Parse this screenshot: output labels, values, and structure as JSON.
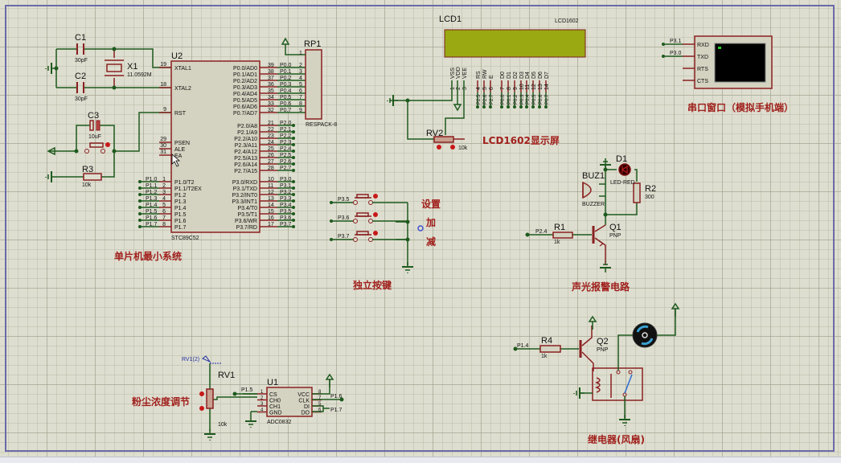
{
  "app": {
    "title": "Proteus schematic capture"
  },
  "labels": {
    "mcu_section": "单片机最小系统",
    "lcd_section": "LCD1602显示屏",
    "serial_section": "串口窗口（模拟手机端）",
    "keys_section": "独立按键",
    "key_set": "设置",
    "key_add": "加",
    "key_sub": "减",
    "alarm_section": "声光报警电路",
    "dust_section": "粉尘浓度调节",
    "relay_section": "继电器(风扇)"
  },
  "crystal": {
    "c1_ref": "C1",
    "c1_val": "30pF",
    "c2_ref": "C2",
    "c2_val": "30pF",
    "x1_ref": "X1",
    "x1_val": "11.0592M",
    "c3_ref": "C3",
    "c3_val": "10uF",
    "r3_ref": "R3",
    "r3_val": "10k"
  },
  "mcu": {
    "ref": "U2",
    "part": "STC89C52",
    "left_pins": [
      {
        "num": "19",
        "name": "XTAL1"
      },
      {
        "num": "18",
        "name": "XTAL2"
      },
      {
        "num": "9",
        "name": "RST"
      },
      {
        "num": "29",
        "name": "PSEN"
      },
      {
        "num": "30",
        "name": "ALE"
      },
      {
        "num": "31",
        "name": "EA"
      }
    ],
    "p1_pins": [
      {
        "num": "1",
        "name": "P1.0/T2",
        "net": "P1.0"
      },
      {
        "num": "2",
        "name": "P1.1/T2EX",
        "net": "P1.1"
      },
      {
        "num": "3",
        "name": "P1.2",
        "net": "P1.2"
      },
      {
        "num": "4",
        "name": "P1.3",
        "net": "P1.3"
      },
      {
        "num": "5",
        "name": "P1.4",
        "net": "P1.4"
      },
      {
        "num": "6",
        "name": "P1.5",
        "net": "P1.5"
      },
      {
        "num": "7",
        "name": "P1.6",
        "net": "P1.6"
      },
      {
        "num": "8",
        "name": "P1.7",
        "net": "P1.7"
      }
    ],
    "p0_pins": [
      {
        "num": "39",
        "name": "P0.0/AD0",
        "net": "P0.0"
      },
      {
        "num": "38",
        "name": "P0.1/AD1",
        "net": "P0.1"
      },
      {
        "num": "37",
        "name": "P0.2/AD2",
        "net": "P0.2"
      },
      {
        "num": "36",
        "name": "P0.3/AD3",
        "net": "P0.3"
      },
      {
        "num": "35",
        "name": "P0.4/AD4",
        "net": "P0.4"
      },
      {
        "num": "34",
        "name": "P0.5/AD5",
        "net": "P0.5"
      },
      {
        "num": "33",
        "name": "P0.6/AD6",
        "net": "P0.6"
      },
      {
        "num": "32",
        "name": "P0.7/AD7",
        "net": "P0.7"
      }
    ],
    "p2_pins": [
      {
        "num": "21",
        "name": "P2.0/A8",
        "net": "P2.0"
      },
      {
        "num": "22",
        "name": "P2.1/A9",
        "net": "P2.1"
      },
      {
        "num": "23",
        "name": "P2.2/A10",
        "net": "P2.2"
      },
      {
        "num": "24",
        "name": "P2.3/A11",
        "net": "P2.3"
      },
      {
        "num": "25",
        "name": "P2.4/A12",
        "net": "P2.4"
      },
      {
        "num": "26",
        "name": "P2.5/A13",
        "net": "P2.5"
      },
      {
        "num": "27",
        "name": "P2.6/A14",
        "net": "P2.6"
      },
      {
        "num": "28",
        "name": "P2.7/A15",
        "net": "P2.7"
      }
    ],
    "p3_pins": [
      {
        "num": "10",
        "name": "P3.0/RXD",
        "net": "P3.0"
      },
      {
        "num": "11",
        "name": "P3.1/TXD",
        "net": "P3.1"
      },
      {
        "num": "12",
        "name": "P3.2/INT0",
        "net": "P3.2"
      },
      {
        "num": "13",
        "name": "P3.3/INT1",
        "net": "P3.3"
      },
      {
        "num": "14",
        "name": "P3.4/T0",
        "net": "P3.4"
      },
      {
        "num": "15",
        "name": "P3.5/T1",
        "net": "P3.5"
      },
      {
        "num": "16",
        "name": "P3.6/WR",
        "net": "P3.6"
      },
      {
        "num": "17",
        "name": "P3.7/RD",
        "net": "P3.7"
      }
    ]
  },
  "respack": {
    "ref": "RP1",
    "part": "RESPACK-8",
    "pin_common": "1",
    "pins": [
      "2",
      "3",
      "4",
      "5",
      "6",
      "7",
      "8",
      "9"
    ]
  },
  "lcd": {
    "ref": "LCD1",
    "part": "LCD1602",
    "screen_color": "#9aa812",
    "pins": [
      {
        "name": "VSS",
        "num": "1",
        "net": ""
      },
      {
        "name": "VDD",
        "num": "2",
        "net": ""
      },
      {
        "name": "VEE",
        "num": "3",
        "net": ""
      },
      {
        "name": "RS",
        "num": "4",
        "net": "P2.5"
      },
      {
        "name": "RW",
        "num": "5",
        "net": "P2.6"
      },
      {
        "name": "E",
        "num": "6",
        "net": "P2.7"
      },
      {
        "name": "D0",
        "num": "7",
        "net": "P0.0"
      },
      {
        "name": "D1",
        "num": "8",
        "net": "P0.1"
      },
      {
        "name": "D2",
        "num": "9",
        "net": "P0.2"
      },
      {
        "name": "D3",
        "num": "10",
        "net": "P0.3"
      },
      {
        "name": "D4",
        "num": "11",
        "net": "P0.4"
      },
      {
        "name": "D5",
        "num": "12",
        "net": "P0.5"
      },
      {
        "name": "D6",
        "num": "13",
        "net": "P0.6"
      },
      {
        "name": "D7",
        "num": "14",
        "net": "P0.7"
      }
    ],
    "rv2_ref": "RV2",
    "rv2_val": "10k"
  },
  "serial": {
    "pins": [
      {
        "name": "RXD",
        "net": "P3.1"
      },
      {
        "name": "TXD",
        "net": "P3.0"
      },
      {
        "name": "RTS",
        "net": ""
      },
      {
        "name": "CTS",
        "net": ""
      }
    ]
  },
  "keys": {
    "nets": [
      "P3.5",
      "P3.6",
      "P3.7"
    ]
  },
  "alarm": {
    "d1_ref": "D1",
    "d1_val": "LED-RED",
    "buz_ref": "BUZ1",
    "buz_val": "BUZZER",
    "r2_ref": "R2",
    "r2_val": "300",
    "r1_ref": "R1",
    "r1_val": "1k",
    "r1_net": "P2.4",
    "q1_ref": "Q1",
    "q1_val": "PNP"
  },
  "relay": {
    "r4_ref": "R4",
    "r4_val": "1k",
    "r4_net": "P1.4",
    "q2_ref": "Q2",
    "q2_val": "PNP"
  },
  "adc": {
    "ref": "U1",
    "part": "ADC0832",
    "left_pins": [
      {
        "num": "1",
        "name": "CS"
      },
      {
        "num": "2",
        "name": "CH0"
      },
      {
        "num": "3",
        "name": "CH1"
      },
      {
        "num": "4",
        "name": "GND"
      }
    ],
    "right_pins": [
      {
        "num": "8",
        "name": "VCC"
      },
      {
        "num": "7",
        "name": "CLK"
      },
      {
        "num": "5",
        "name": "DI"
      },
      {
        "num": "6",
        "name": "DO"
      }
    ],
    "cs_net": "P1.5",
    "clk_net": "P1.6",
    "dio_net": "P1.7",
    "rv1_ref": "RV1",
    "rv1_val": "10k",
    "rv1_probe": "RV1(2)"
  }
}
